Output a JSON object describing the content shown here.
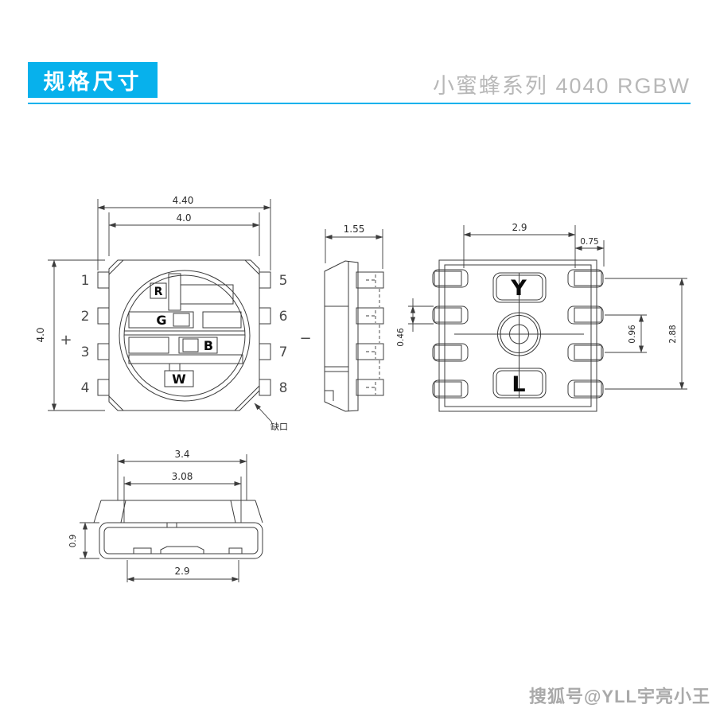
{
  "header": {
    "badge_label": "规格尺寸",
    "series_title": "小蜜蜂系列 4040 RGBW",
    "accent_color": "#07b1ec"
  },
  "front_view": {
    "dim_total_width": "4.40",
    "dim_body_width": "4.0",
    "dim_body_height": "4.0",
    "polarity_positive": "+",
    "polarity_negative": "−",
    "pins_left": [
      "1",
      "2",
      "3",
      "4"
    ],
    "pins_right": [
      "5",
      "6",
      "7",
      "8"
    ],
    "chips": {
      "red": "R",
      "green": "G",
      "blue": "B",
      "white": "W"
    },
    "notch_label": "缺口"
  },
  "side_view": {
    "dim_thickness": "1.55"
  },
  "back_view": {
    "dim_pad_span": "2.9",
    "dim_pad_width": "0.75",
    "dim_pad_height": "0.46",
    "dim_pad_pitch": "0.96",
    "dim_pad_row_span": "2.88",
    "mark_top": "Y",
    "mark_bottom": "L"
  },
  "bottom_view": {
    "dim_outer_width": "3.4",
    "dim_inner_width": "3.08",
    "dim_height": "0.9",
    "dim_base_width": "2.9"
  },
  "watermark": "搜狐号@YLL宇亮小王"
}
